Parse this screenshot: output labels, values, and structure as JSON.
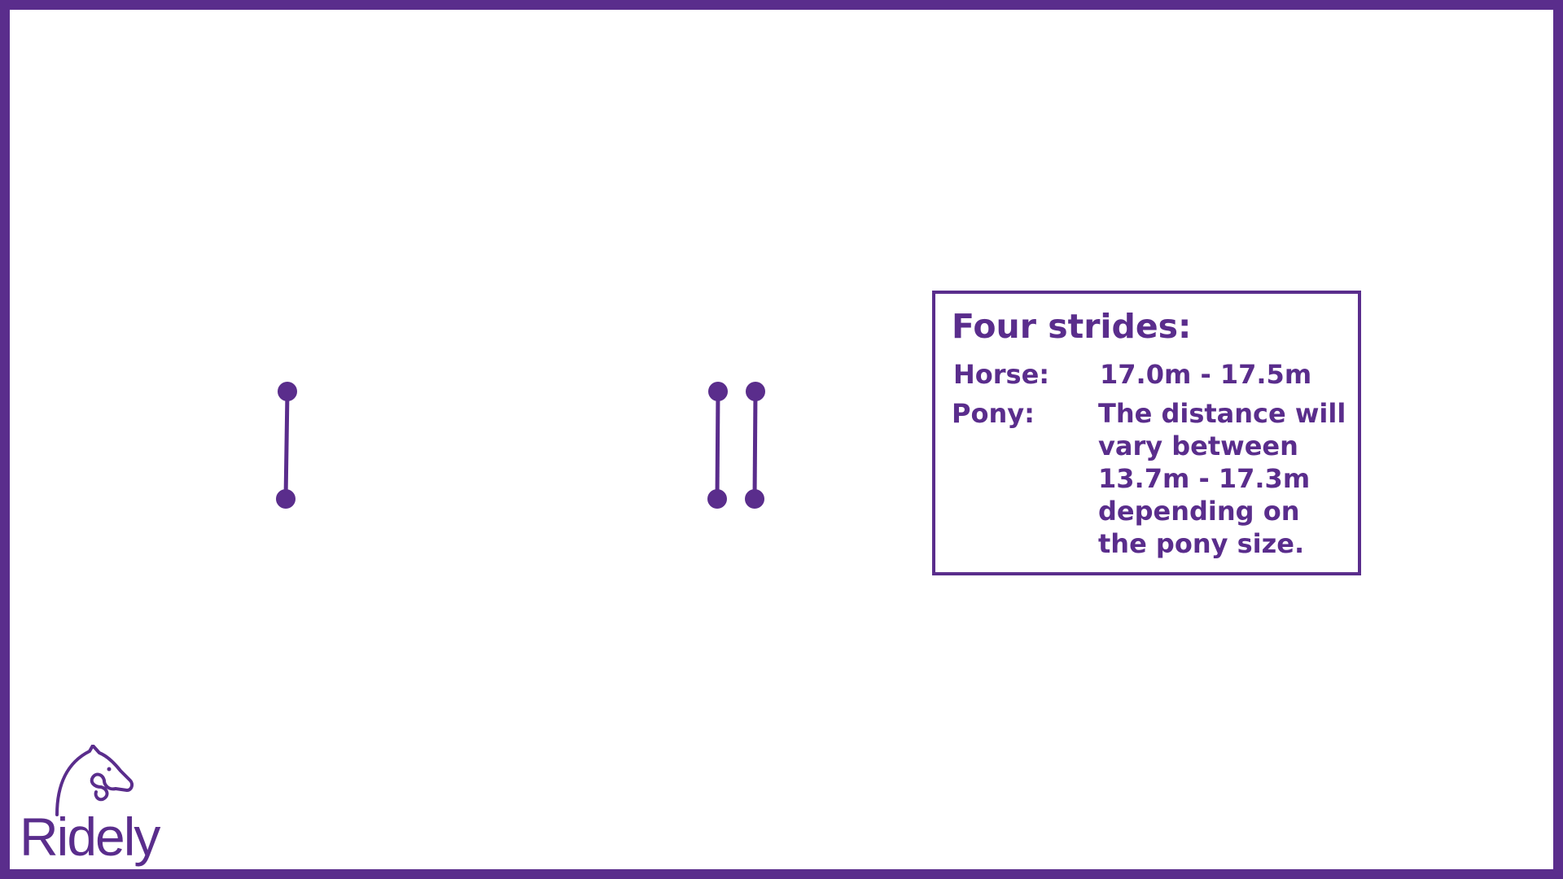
{
  "colors": {
    "accent": "#5a2d8c",
    "background": "#ffffff"
  },
  "info_box": {
    "title": "Four strides:",
    "horse_label": "Horse:",
    "horse_value": "17.0m - 17.5m",
    "pony_label": "Pony:",
    "pony_value": "The distance will vary between 13.7m - 17.3m depending on the pony size."
  },
  "diagram": {
    "poles": [
      {
        "name": "single-pole",
        "count": 1
      },
      {
        "name": "double-pole",
        "count": 2
      }
    ]
  },
  "logo": {
    "text": "Ridely",
    "icon": "horse-head-icon"
  }
}
